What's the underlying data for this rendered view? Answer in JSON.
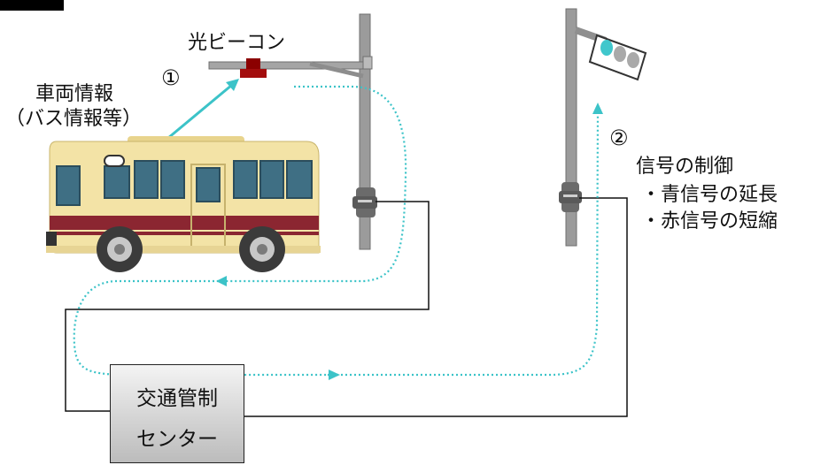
{
  "labels": {
    "beacon": "光ビーコン",
    "vehicle_info_line1": "車両情報",
    "vehicle_info_line2": "（バス情報等）",
    "step1": "①",
    "step2": "②",
    "signal_control_title": "信号の制御",
    "signal_control_item1": "・青信号の延長",
    "signal_control_item2": "・赤信号の短縮",
    "center_line1": "交通管制",
    "center_line2": "センター"
  },
  "colors": {
    "pole": "#9b9b9b",
    "beacon": "#8b0000",
    "arrow": "#3cc3c8",
    "bus_body": "#f3e3a6",
    "bus_stripe": "#8b2631",
    "bus_window": "#3f6f84",
    "signal_lamp_on": "#40c7cc",
    "signal_lamp_off": "#a9a9a9"
  }
}
